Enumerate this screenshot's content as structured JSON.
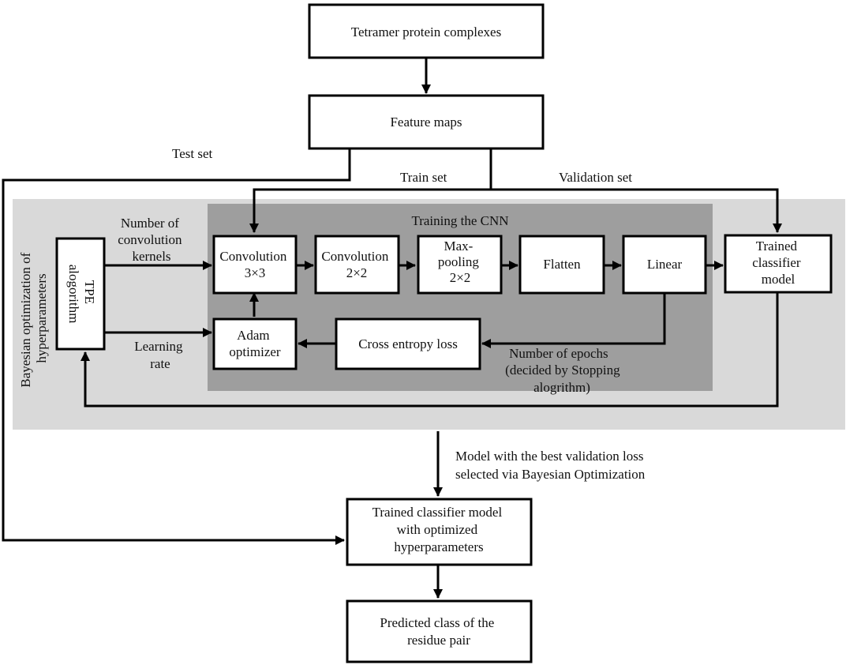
{
  "colors": {
    "outer_panel": "#d9d9d9",
    "inner_panel": "#9e9e9e",
    "box_fill": "#ffffff",
    "line": "#000000"
  },
  "boxes": {
    "tetramer": "Tetramer protein complexes",
    "feature_maps": "Feature maps",
    "tpe": [
      "TPE",
      "alogorithm"
    ],
    "conv3": [
      "Convolution",
      "3×3"
    ],
    "conv2": [
      "Convolution",
      "2×2"
    ],
    "maxpool": [
      "Max-",
      "pooling",
      "2×2"
    ],
    "flatten": "Flatten",
    "linear": "Linear",
    "trained": [
      "Trained",
      "classifier",
      "model"
    ],
    "adam": [
      "Adam",
      "optimizer"
    ],
    "cross_entropy": "Cross entropy loss",
    "optimized": [
      "Trained classifier model",
      "with optimized",
      "hyperparameters"
    ],
    "predicted": [
      "Predicted class of the",
      "residue pair"
    ]
  },
  "labels": {
    "test_set": "Test set",
    "train_set": "Train set",
    "validation_set": "Validation set",
    "training_cnn": "Training the CNN",
    "bayesian": [
      "Bayesian optimization of",
      "hyperparameters"
    ],
    "kernels": [
      "Number of",
      "convolution",
      "kernels"
    ],
    "learning_rate": [
      "Learning",
      "rate"
    ],
    "epochs": [
      "Number of epochs",
      "(decided by Stopping",
      "alogrithm)"
    ],
    "model_best": [
      "Model with the best validation loss",
      "selected via Bayesian Optimization"
    ]
  }
}
